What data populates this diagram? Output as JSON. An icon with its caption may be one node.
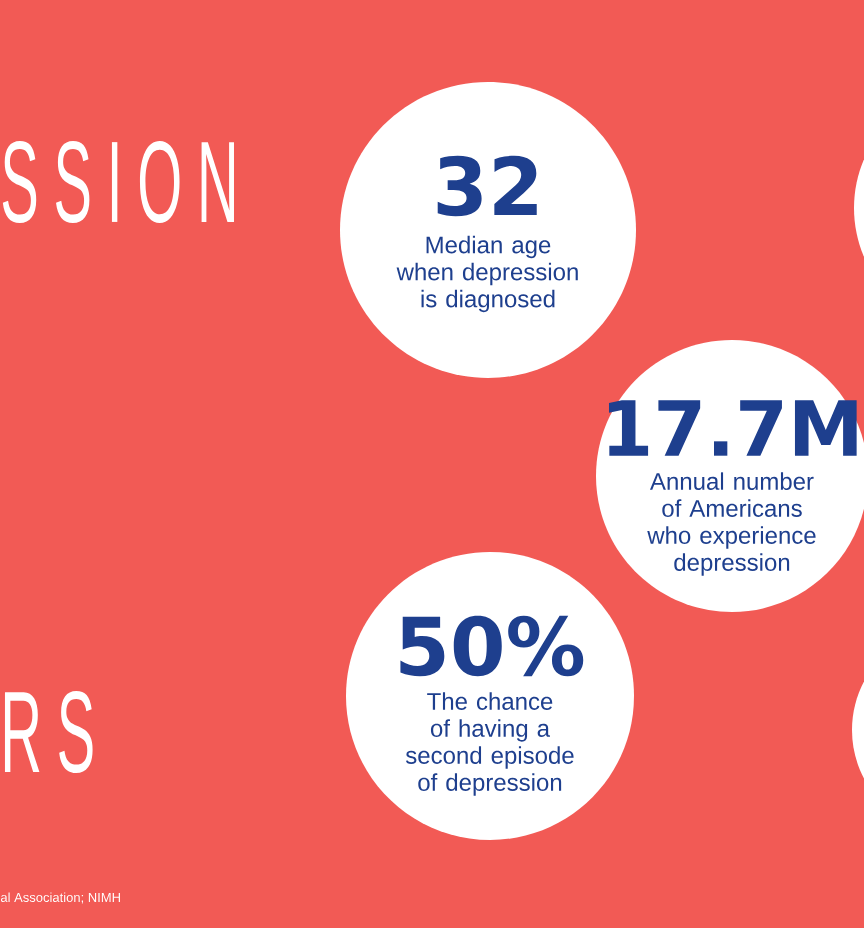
{
  "diagram": {
    "nodes": [
      {
        "text": [
          "32",
          "Median age when depression is diagnosed"
        ]
      },
      {
        "text": [],
        "shape": "circle"
      },
      {
        "text": [
          "17.7M",
          "Annual number of Americans who experience depression"
        ]
      },
      {
        "text": [
          "50%",
          "The chance of having a second episode of depression"
        ]
      },
      {
        "text": [],
        "shape": "circle"
      }
    ],
    "labels": [
      "SSION",
      "RS",
      "al Association; NIMH"
    ]
  }
}
